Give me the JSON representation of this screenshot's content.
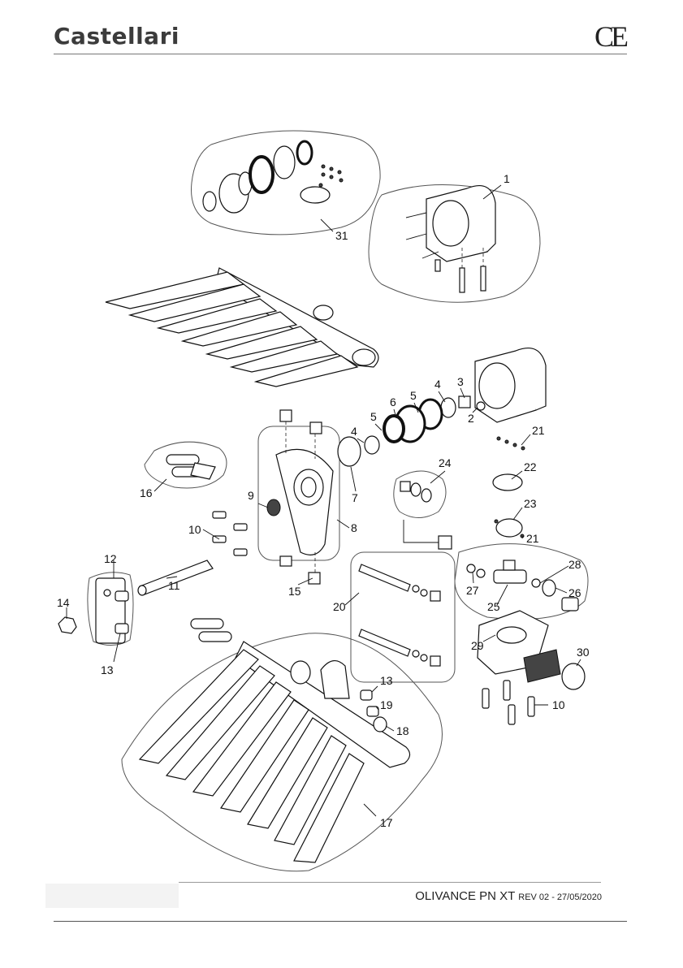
{
  "header": {
    "brand": "Castellari",
    "mark": "CE"
  },
  "footer": {
    "model": "OLIVANCE PN XT",
    "revision": "REV 02 - 27/05/2020"
  },
  "callouts": [
    "1",
    "31",
    "3",
    "4",
    "5",
    "6",
    "5",
    "4",
    "2",
    "21",
    "24",
    "22",
    "16",
    "7",
    "9",
    "8",
    "23",
    "21",
    "10",
    "12",
    "28",
    "11",
    "27",
    "26",
    "15",
    "20",
    "25",
    "14",
    "13",
    "29",
    "30",
    "13",
    "19",
    "10",
    "18",
    "17"
  ]
}
